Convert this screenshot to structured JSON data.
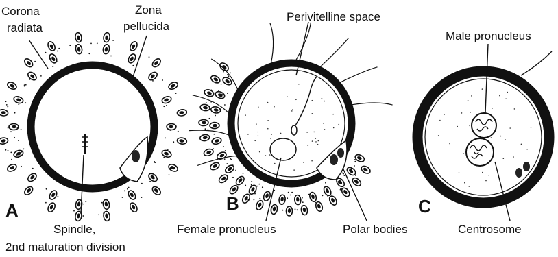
{
  "figure": {
    "panels": [
      {
        "letter": "A",
        "labels": {
          "corona_radiata_1": "Corona",
          "corona_radiata_2": "radiata",
          "zona_pellucida_1": "Zona",
          "zona_pellucida_2": "pellucida",
          "spindle_1": "Spindle,",
          "spindle_2": "2nd maturation division"
        }
      },
      {
        "letter": "B",
        "labels": {
          "perivitelline_space": "Perivitelline space",
          "female_pronucleus": "Female pronucleus",
          "polar_bodies": "Polar bodies"
        }
      },
      {
        "letter": "C",
        "labels": {
          "male_pronucleus": "Male pronucleus",
          "centrosome": "Centrosome"
        }
      }
    ],
    "colors": {
      "ink": "#111111",
      "cell_fill": "#ffffff"
    }
  }
}
